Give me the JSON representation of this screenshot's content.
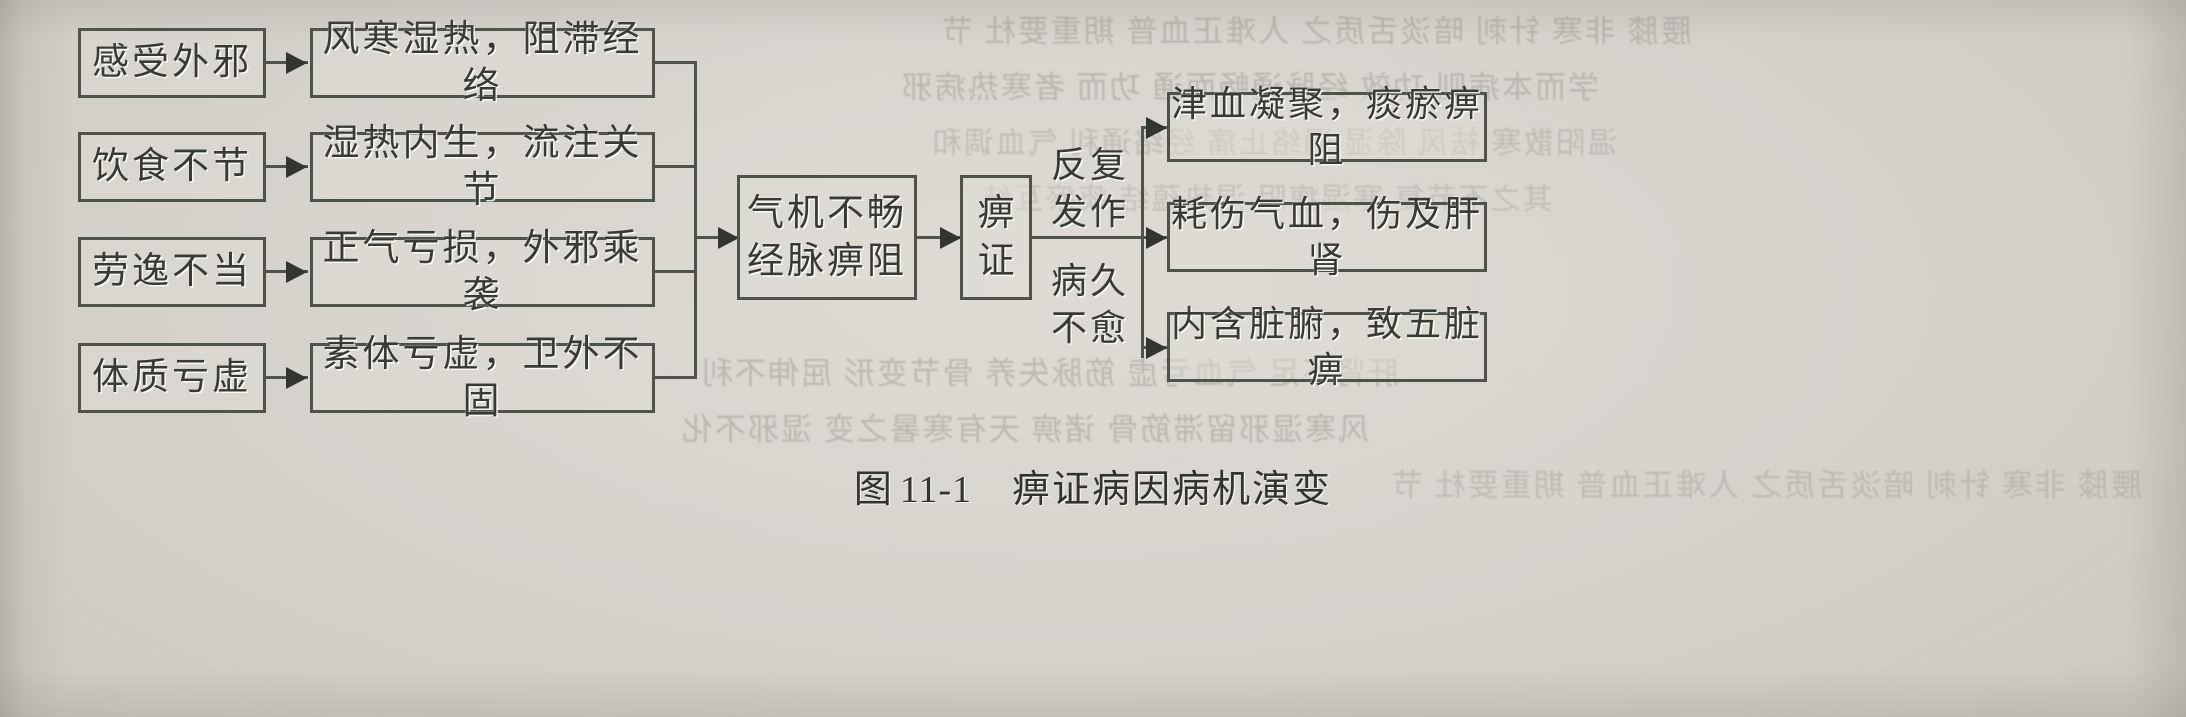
{
  "figure": {
    "caption_label": "图",
    "caption_number": "11-1",
    "caption_title": "痹证病因病机演变"
  },
  "chart_data": {
    "type": "diagram",
    "title": "图 11-1　痹证病因病机演变",
    "causes": [
      {
        "id": "c1",
        "text": "感受外邪"
      },
      {
        "id": "c2",
        "text": "饮食不节"
      },
      {
        "id": "c3",
        "text": "劳逸不当"
      },
      {
        "id": "c4",
        "text": "体质亏虚"
      }
    ],
    "mechanisms": [
      {
        "id": "m1",
        "text": "风寒湿热，阻滞经络"
      },
      {
        "id": "m2",
        "text": "湿热内生，流注关节"
      },
      {
        "id": "m3",
        "text": "正气亏损，外邪乘袭"
      },
      {
        "id": "m4",
        "text": "素体亏虚，卫外不固"
      }
    ],
    "pathogenesis": {
      "id": "p1",
      "line1": "气机不畅",
      "line2": "经脉痹阻"
    },
    "disease": {
      "id": "d1",
      "char1": "痹",
      "char2": "证"
    },
    "transition_labels": [
      {
        "id": "t1",
        "line1": "反复",
        "line2": "发作"
      },
      {
        "id": "t2",
        "line1": "病久",
        "line2": "不愈"
      }
    ],
    "outcomes": [
      {
        "id": "o1",
        "text": "津血凝聚，痰瘀痹阻"
      },
      {
        "id": "o2",
        "text": "耗伤气血，伤及肝肾"
      },
      {
        "id": "o3",
        "text": "内含脏腑，致五脏痹"
      }
    ],
    "edges": [
      {
        "from": "c1",
        "to": "m1"
      },
      {
        "from": "c2",
        "to": "m2"
      },
      {
        "from": "c3",
        "to": "m3"
      },
      {
        "from": "c4",
        "to": "m4"
      },
      {
        "from": "m1",
        "to": "p1"
      },
      {
        "from": "m2",
        "to": "p1"
      },
      {
        "from": "m3",
        "to": "p1"
      },
      {
        "from": "m4",
        "to": "p1"
      },
      {
        "from": "p1",
        "to": "d1"
      },
      {
        "from": "d1",
        "to": "o1",
        "label": "反复发作"
      },
      {
        "from": "d1",
        "to": "o2",
        "label": "反复发作 / 病久不愈"
      },
      {
        "from": "d1",
        "to": "o3",
        "label": "病久不愈"
      }
    ],
    "colors": {
      "paper": "#d6d4cc",
      "box_border": "#4c5047",
      "text": "#35382f"
    }
  },
  "bleed_through": {
    "lines": [
      "腰膝 非寒 针刺 暗淡舌质之 人难正血普 期重要杜 节",
      "学而本病则 功效 经脉通畅而通 功而 者寒热病邪",
      "温阳散寒 祛风 除湿 通络止痛 经络通利 气血调和",
      "其之不节复 寒湿痹阻 湿热蕴结 痰瘀互结",
      "肝肾不足 气血亏虚 筋脉失养 骨节变形 屈伸不利",
      "风寒湿邪留滞筋骨 诸痹 天有寒暑之变 湿邪不化"
    ]
  }
}
